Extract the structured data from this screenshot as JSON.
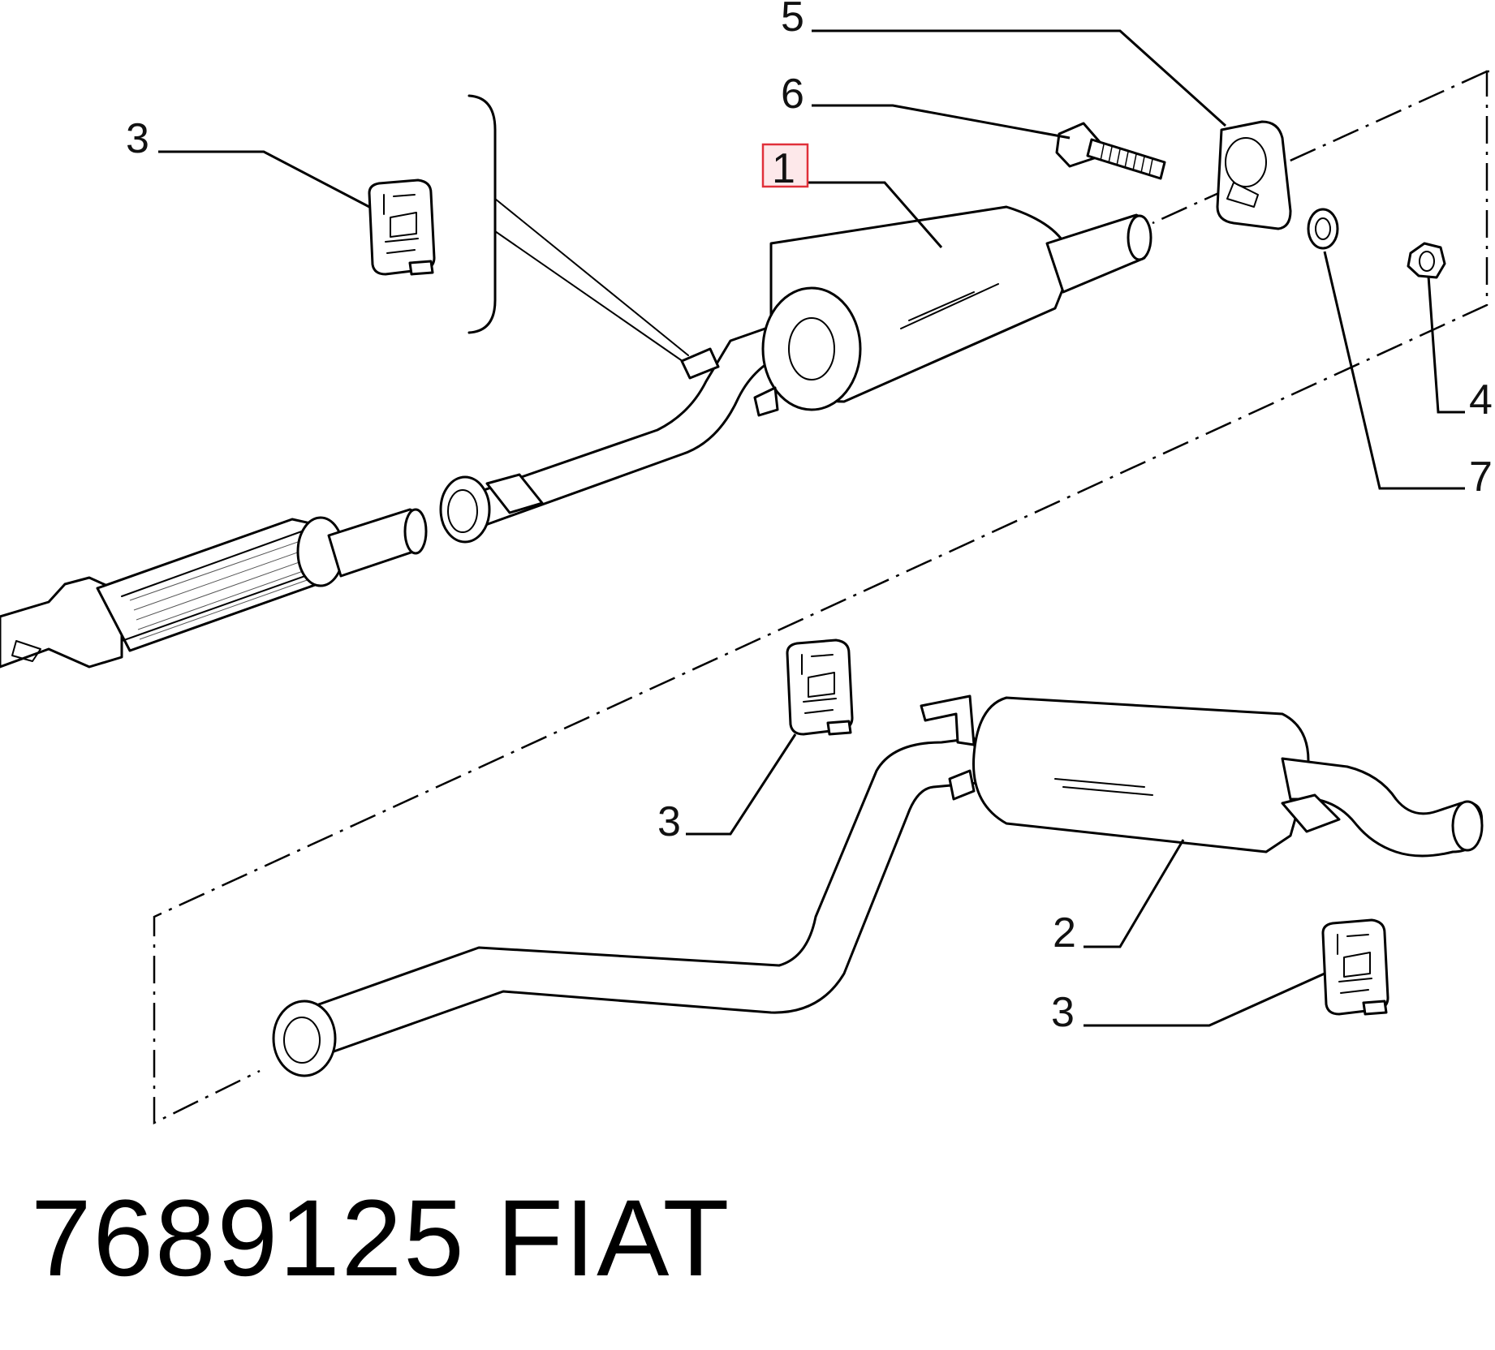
{
  "callouts": [
    {
      "id": "c1",
      "label": "1",
      "highlighted": true
    },
    {
      "id": "c2",
      "label": "2"
    },
    {
      "id": "c3a",
      "label": "3"
    },
    {
      "id": "c3b",
      "label": "3"
    },
    {
      "id": "c3c",
      "label": "3"
    },
    {
      "id": "c4",
      "label": "4"
    },
    {
      "id": "c5",
      "label": "5"
    },
    {
      "id": "c6",
      "label": "6"
    },
    {
      "id": "c7",
      "label": "7"
    }
  ],
  "footer": {
    "part_number": "7689125",
    "brand": "FIAT"
  },
  "colors": {
    "highlight_border": "#e0303a",
    "highlight_fill": "#fde8ea",
    "ink": "#000000"
  }
}
